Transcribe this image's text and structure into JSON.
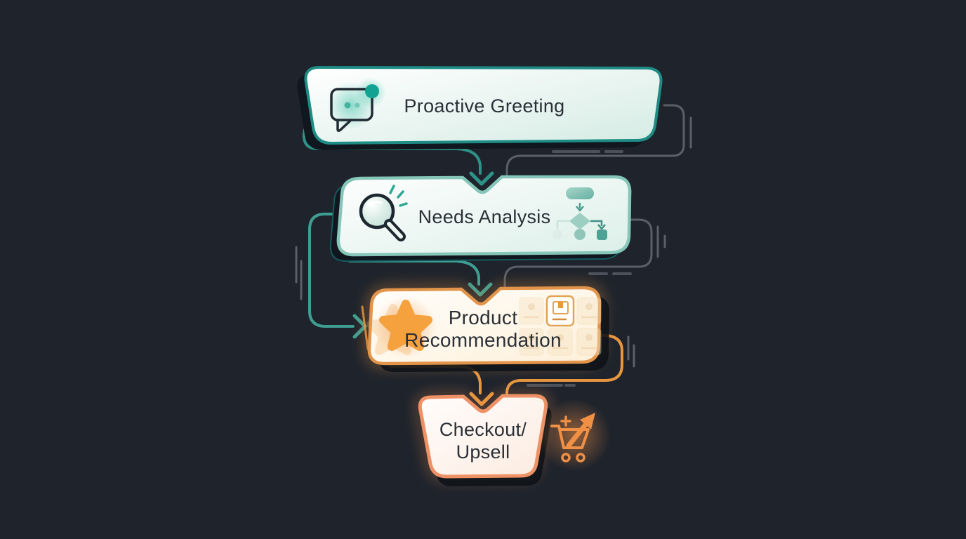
{
  "diagram": {
    "background": "#1e232c",
    "text_color": "#2a3036",
    "nodes": [
      {
        "id": "proactive-greeting",
        "label": "Proactive Greeting",
        "lines": [
          "Proactive Greeting"
        ],
        "icon_left": "chat-bubble-icon",
        "accent": "#1e8c84",
        "fill_gradient": [
          "#ffffff",
          "#d5ebe4"
        ]
      },
      {
        "id": "needs-analysis",
        "label": "Needs Analysis",
        "lines": [
          "Needs Analysis"
        ],
        "icon_left": "magnifier-icon",
        "icon_right": "mini-flowchart-icon",
        "accent": "#85c6b9",
        "fill_gradient": [
          "#fdfefe",
          "#dcefe8"
        ]
      },
      {
        "id": "product-recommendation",
        "label": "Product Recommendation",
        "lines": [
          "Product",
          "Recommendation"
        ],
        "icon_left": "star-icon",
        "icon_right": "product-grid-icon",
        "accent": "#e1944a",
        "fill_gradient": [
          "#fffefb",
          "#fdf0da"
        ]
      },
      {
        "id": "checkout-upsell",
        "label": "Checkout/Upsell",
        "lines": [
          "Checkout/",
          "Upsell"
        ],
        "icon_right": "cart-growth-icon",
        "accent": "#ee9266",
        "fill_gradient": [
          "#fffdfc",
          "#fcebe0"
        ]
      }
    ],
    "connectors": [
      {
        "from": "proactive-greeting",
        "to": "needs-analysis",
        "color": "#2f9288",
        "style": "center-arrow-down"
      },
      {
        "from": "needs-analysis",
        "to": "product-recommendation",
        "color": "#3f9e92",
        "style": "center-arrow-down"
      },
      {
        "from": "needs-analysis",
        "to": "product-recommendation",
        "color": "#3f9e92",
        "style": "left-loop-arrow"
      },
      {
        "from": "product-recommendation",
        "to": "checkout-upsell",
        "color": "#e8963f",
        "style": "center-arrow-down"
      },
      {
        "from": "product-recommendation",
        "to": "checkout-upsell",
        "color": "#e8963f",
        "style": "right-loop"
      }
    ],
    "colors": {
      "teal_connector": "#2f9288",
      "orange_connector": "#e8963f",
      "trace_gray": "#596069",
      "dash_gray": "#4c525c"
    }
  }
}
